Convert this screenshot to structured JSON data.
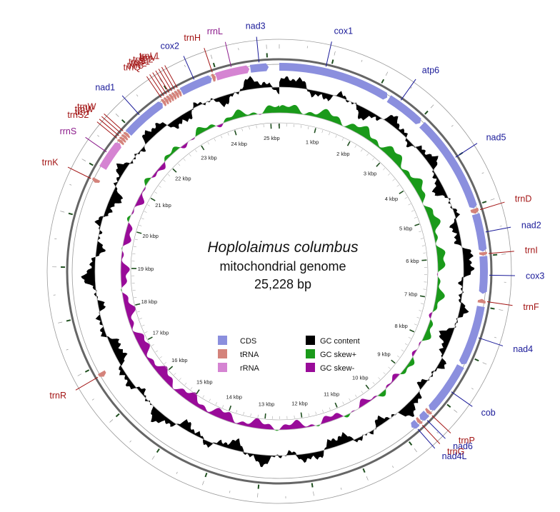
{
  "title": {
    "species": "Hoplolaimus columbus",
    "subtitle": "mitochondrial genome",
    "length": "25,228 bp"
  },
  "genome_length_bp": 25228,
  "colors": {
    "cds": "#8b8fde",
    "trna": "#d4837b",
    "rrna": "#d584d2",
    "gc_content": "#000000",
    "gc_skew_plus": "#1a9a1a",
    "gc_skew_minus": "#990b99",
    "label_cds": "#1a1a99",
    "label_trna": "#a31515",
    "label_rrna": "#8b1a8b",
    "backbone": "#666666",
    "tick": "#1f4f1f"
  },
  "legend": [
    {
      "label": "CDS",
      "color_key": "cds"
    },
    {
      "label": "tRNA",
      "color_key": "trna"
    },
    {
      "label": "rRNA",
      "color_key": "rrna"
    },
    {
      "label": "GC content",
      "color_key": "gc_content"
    },
    {
      "label": "GC skew+",
      "color_key": "gc_skew_plus"
    },
    {
      "label": "GC skew-",
      "color_key": "gc_skew_minus"
    }
  ],
  "kbp_labels": [
    "1 kbp",
    "2 kbp",
    "3 kbp",
    "4 kbp",
    "5 kbp",
    "6 kbp",
    "7 kbp",
    "8 kbp",
    "9 kbp",
    "10 kbp",
    "11 kbp",
    "12 kbp",
    "13 kbp",
    "14 kbp",
    "15 kbp",
    "16 kbp",
    "17 kbp",
    "18 kbp",
    "19 kbp",
    "20 kbp",
    "21 kbp",
    "22 kbp",
    "23 kbp",
    "24 kbp",
    "25 kbp"
  ],
  "features": [
    {
      "name": "cox1",
      "type": "CDS",
      "start": 0,
      "end": 2230,
      "strand": 1
    },
    {
      "name": "atp6",
      "type": "CDS",
      "start": 2270,
      "end": 3050,
      "strand": 1
    },
    {
      "name": "nad5",
      "type": "CDS",
      "start": 3100,
      "end": 5050,
      "strand": 1
    },
    {
      "name": "trnD",
      "type": "tRNA",
      "start": 5060,
      "end": 5160,
      "strand": 1
    },
    {
      "name": "nad2",
      "type": "CDS",
      "start": 5170,
      "end": 5920,
      "strand": 1
    },
    {
      "name": "trnI",
      "type": "tRNA",
      "start": 5930,
      "end": 6000,
      "strand": 1
    },
    {
      "name": "cox3",
      "type": "CDS",
      "start": 6010,
      "end": 6750,
      "strand": 1
    },
    {
      "name": "trnF",
      "type": "tRNA",
      "start": 6850,
      "end": 6930,
      "strand": -1
    },
    {
      "name": "nad4",
      "type": "CDS",
      "start": 7000,
      "end": 8200,
      "strand": 1
    },
    {
      "name": "cob",
      "type": "CDS",
      "start": 8240,
      "end": 9290,
      "strand": 1
    },
    {
      "name": "trnP",
      "type": "tRNA",
      "start": 9310,
      "end": 9380,
      "strand": 1
    },
    {
      "name": "nad6",
      "type": "CDS",
      "start": 9390,
      "end": 9560,
      "strand": 1
    },
    {
      "name": "trnG",
      "type": "tRNA",
      "start": 9570,
      "end": 9640,
      "strand": 1
    },
    {
      "name": "nad4L",
      "type": "CDS",
      "start": 9650,
      "end": 9790,
      "strand": 1
    },
    {
      "name": "trnR",
      "type": "tRNA",
      "start": 16750,
      "end": 16850,
      "strand": -1
    },
    {
      "name": "trnK",
      "type": "tRNA",
      "start": 20720,
      "end": 20800,
      "strand": -1
    },
    {
      "name": "rrnS",
      "type": "rRNA",
      "start": 21050,
      "end": 21640,
      "strand": 1
    },
    {
      "name": "trnS2",
      "type": "tRNA",
      "start": 21650,
      "end": 21710,
      "strand": 1
    },
    {
      "name": "trnY",
      "type": "tRNA",
      "start": 21712,
      "end": 21770,
      "strand": 1
    },
    {
      "name": "trnW",
      "type": "tRNA",
      "start": 21772,
      "end": 21830,
      "strand": 1
    },
    {
      "name": "trnW",
      "type": "tRNA",
      "start": 21832,
      "end": 21890,
      "strand": 1
    },
    {
      "name": "nad1",
      "type": "CDS",
      "start": 21900,
      "end": 22790,
      "strand": 1
    },
    {
      "name": "trnQ",
      "type": "tRNA",
      "start": 22800,
      "end": 22860,
      "strand": 1
    },
    {
      "name": "trnC",
      "type": "tRNA",
      "start": 22862,
      "end": 22920,
      "strand": 1
    },
    {
      "name": "trnE",
      "type": "tRNA",
      "start": 22922,
      "end": 22980,
      "strand": 1
    },
    {
      "name": "trnS1",
      "type": "tRNA",
      "start": 22982,
      "end": 23040,
      "strand": 1
    },
    {
      "name": "trnL2",
      "type": "tRNA",
      "start": 23042,
      "end": 23100,
      "strand": 1
    },
    {
      "name": "trnV",
      "type": "tRNA",
      "start": 23102,
      "end": 23160,
      "strand": 1
    },
    {
      "name": "trnL1",
      "type": "tRNA",
      "start": 23162,
      "end": 23220,
      "strand": 1
    },
    {
      "name": "cox2",
      "type": "CDS",
      "start": 23230,
      "end": 23880,
      "strand": 1
    },
    {
      "name": "trnH",
      "type": "tRNA",
      "start": 23890,
      "end": 23960,
      "strand": 1
    },
    {
      "name": "rrnL",
      "type": "rRNA",
      "start": 23970,
      "end": 24640,
      "strand": 1
    },
    {
      "name": "nad3",
      "type": "CDS",
      "start": 24660,
      "end": 25020,
      "strand": 1
    }
  ],
  "labels": [
    {
      "text": "cox1",
      "type": "CDS",
      "pos": 900
    },
    {
      "text": "atp6",
      "type": "CDS",
      "pos": 2480
    },
    {
      "text": "nad5",
      "type": "CDS",
      "pos": 4000
    },
    {
      "text": "trnD",
      "type": "tRNA",
      "pos": 5110
    },
    {
      "text": "nad2",
      "type": "CDS",
      "pos": 5550
    },
    {
      "text": "trnI",
      "type": "tRNA",
      "pos": 5965
    },
    {
      "text": "cox3",
      "type": "CDS",
      "pos": 6380
    },
    {
      "text": "trnF",
      "type": "tRNA",
      "pos": 6890
    },
    {
      "text": "nad4",
      "type": "CDS",
      "pos": 7600
    },
    {
      "text": "cob",
      "type": "CDS",
      "pos": 8760
    },
    {
      "text": "trnP",
      "type": "tRNA",
      "pos": 9345
    },
    {
      "text": "nad6",
      "type": "CDS",
      "pos": 9475
    },
    {
      "text": "trnG",
      "type": "tRNA",
      "pos": 9605
    },
    {
      "text": "nad4L",
      "type": "CDS",
      "pos": 9720
    },
    {
      "text": "trnR",
      "type": "tRNA",
      "pos": 16800
    },
    {
      "text": "trnK",
      "type": "tRNA",
      "pos": 20760
    },
    {
      "text": "rrnS",
      "type": "rRNA",
      "pos": 21350
    },
    {
      "text": "trnS2",
      "type": "tRNA",
      "pos": 21680
    },
    {
      "text": "trnY",
      "type": "tRNA",
      "pos": 21741
    },
    {
      "text": "trnW",
      "type": "tRNA",
      "pos": 21801
    },
    {
      "text": "trnW",
      "type": "tRNA",
      "pos": 21861
    },
    {
      "text": "nad1",
      "type": "CDS",
      "pos": 22300
    },
    {
      "text": "trnQ",
      "type": "tRNA",
      "pos": 22830
    },
    {
      "text": "trnC",
      "type": "tRNA",
      "pos": 22891
    },
    {
      "text": "trnE",
      "type": "tRNA",
      "pos": 22951
    },
    {
      "text": "trnS1",
      "type": "tRNA",
      "pos": 23011
    },
    {
      "text": "trnL2",
      "type": "tRNA",
      "pos": 23071
    },
    {
      "text": "trnV",
      "type": "tRNA",
      "pos": 23131
    },
    {
      "text": "trnL1",
      "type": "tRNA",
      "pos": 23191
    },
    {
      "text": "cox2",
      "type": "CDS",
      "pos": 23550
    },
    {
      "text": "trnH",
      "type": "tRNA",
      "pos": 23925
    },
    {
      "text": "rrnL",
      "type": "rRNA",
      "pos": 24300
    },
    {
      "text": "nad3",
      "type": "CDS",
      "pos": 24840
    }
  ]
}
